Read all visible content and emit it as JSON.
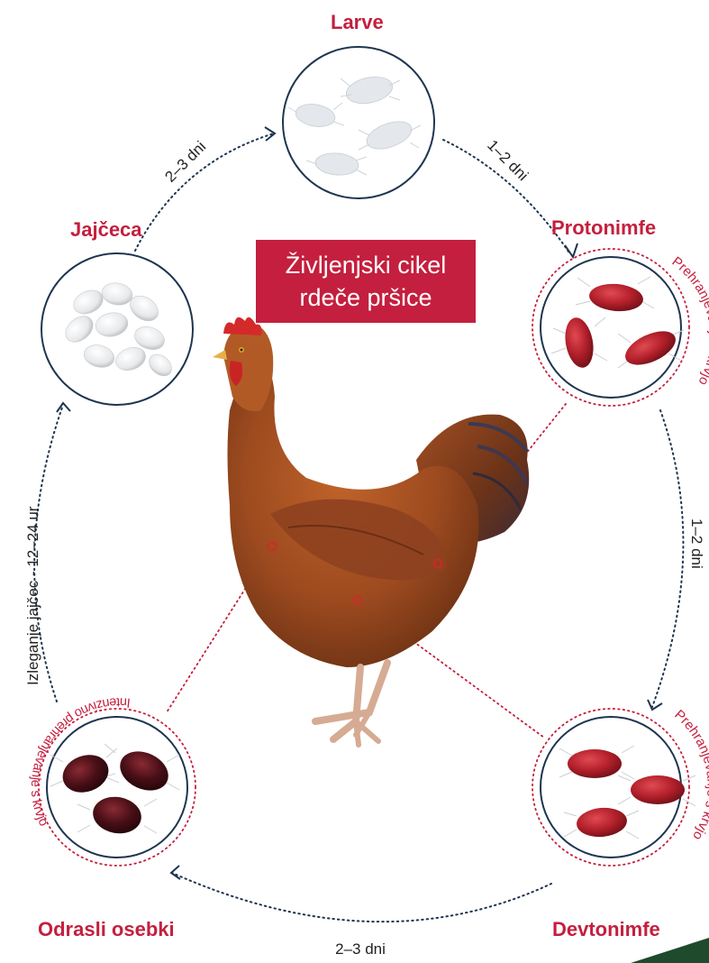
{
  "title": {
    "line1": "Življenjski cikel",
    "line2": "rdeče pršice"
  },
  "stages": {
    "larve": "Larve",
    "protonimfe": "Protonimfe",
    "devtonimfe": "Devtonimfe",
    "odrasli": "Odrasli osebki",
    "jajceca": "Jajčeca"
  },
  "durations": {
    "larve_protonimfe": "1–2 dni",
    "protonimfe_devtonimfe": "1–2 dni",
    "devtonimfe_odrasli": "2–3 dni",
    "odrasli_jajceca": "Izleganje jajčec - 12–24 ur",
    "jajceca_larve": "2–3 dni"
  },
  "feeding": {
    "protonimfe": "Prehranjevanje s krvjo",
    "devtonimfe": "Prehranjevanje s krvjo",
    "odrasli": "Intenzivno prehranjevanje s krvjo"
  },
  "colors": {
    "accent": "#c41f3e",
    "circle_border": "#1e3550",
    "dotted_path": "#1e3550",
    "feeding_ring": "#c41f3e"
  },
  "icons": {
    "center": "hen-illustration",
    "larve": "larvae-icon",
    "protonimfe": "protonymph-mites-icon",
    "devtonimfe": "deutonymph-mites-icon",
    "odrasli": "adult-mites-icon",
    "jajceca": "eggs-icon"
  }
}
